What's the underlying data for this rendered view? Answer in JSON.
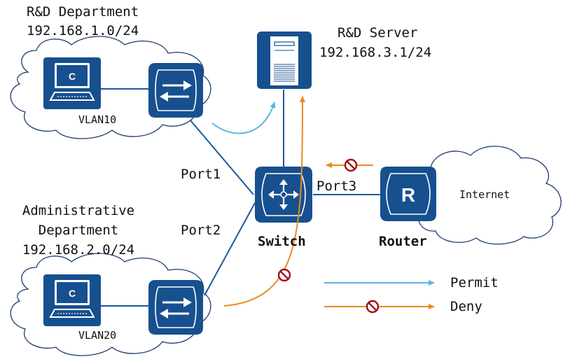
{
  "colors": {
    "device_blue": "#17508f",
    "cloud_stroke": "#1d3b6e",
    "link_blue": "#1a5a99",
    "permit": "#5ab4e0",
    "deny": "#ec8a20",
    "deny_icon": "#a0101a"
  },
  "rd_department": {
    "name": "R&D Department",
    "subnet": "192.168.1.0/24",
    "vlan": "VLAN10",
    "pc_icon": "pc-icon",
    "pc_label": "C"
  },
  "admin_department": {
    "name_line1": "Administrative",
    "name_line2": "Department",
    "subnet": "192.168.2.0/24",
    "vlan": "VLAN20",
    "pc_icon": "pc-icon",
    "pc_label": "C"
  },
  "rd_server": {
    "name": "R&D Server",
    "ip": "192.168.3.1/24",
    "icon": "server-icon"
  },
  "switch": {
    "label": "Switch",
    "icon": "core-switch-icon"
  },
  "router": {
    "label": "Router",
    "icon": "router-icon",
    "letter": "R"
  },
  "internet": {
    "label": "Internet",
    "icon": "cloud-icon"
  },
  "ports": {
    "port1": "Port1",
    "port2": "Port2",
    "port3": "Port3"
  },
  "legend": {
    "permit": "Permit",
    "deny": "Deny"
  }
}
